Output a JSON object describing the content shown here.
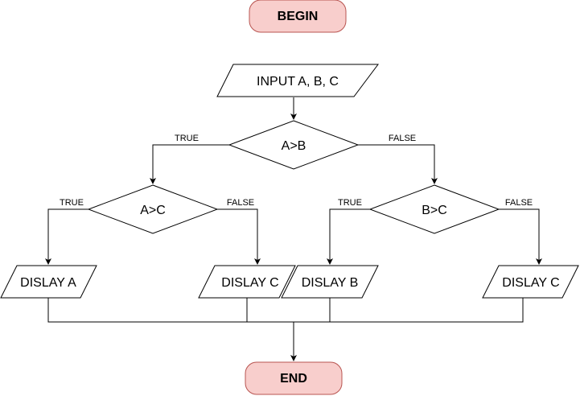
{
  "nodes": {
    "begin": {
      "label": "BEGIN"
    },
    "input": {
      "label": "INPUT A, B, C"
    },
    "cond_ab": {
      "label": "A>B"
    },
    "cond_ac": {
      "label": "A>C"
    },
    "cond_bc": {
      "label": "B>C"
    },
    "disp_a": {
      "label": "DISLAY A"
    },
    "disp_c1": {
      "label": "DISLAY C"
    },
    "disp_b": {
      "label": "DISLAY B"
    },
    "disp_c2": {
      "label": "DISLAY C"
    },
    "end": {
      "label": "END"
    }
  },
  "edges": {
    "ab_true": "TRUE",
    "ab_false": "FALSE",
    "ac_true": "TRUE",
    "ac_false": "FALSE",
    "bc_true": "TRUE",
    "bc_false": "FALSE"
  },
  "colors": {
    "terminal_fill": "#f8cecc",
    "terminal_stroke": "#b85450",
    "shape_fill": "#ffffff",
    "stroke": "#000000"
  }
}
